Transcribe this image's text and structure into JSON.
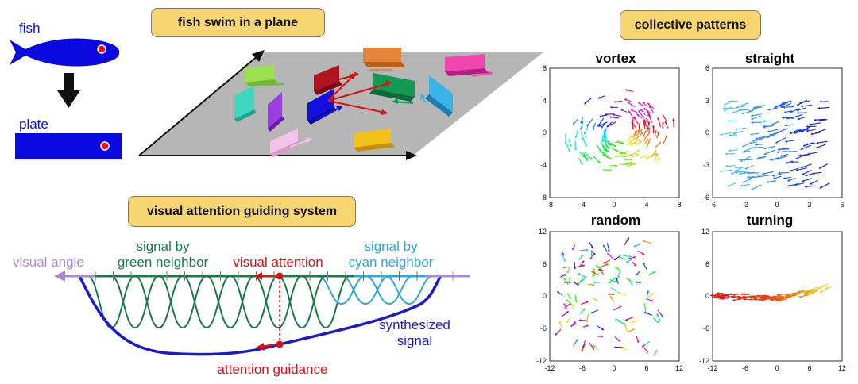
{
  "top_left": {
    "fish_label": "fish",
    "plate_label": "plate"
  },
  "plane": {
    "title": "fish swim in a plane"
  },
  "attention": {
    "title": "visual attention guiding system",
    "visual_angle": "visual angle",
    "signal_green_line1": "signal by",
    "signal_green_line2": "green neighbor",
    "visual_attention": "visual attention",
    "signal_cyan_line1": "signal by",
    "signal_cyan_line2": "cyan neighbor",
    "synth_line1": "synthesized",
    "synth_line2": "signal",
    "attention_guidance": "attention guidance"
  },
  "patterns": {
    "title": "collective patterns",
    "vortex": {
      "title": "vortex",
      "xticks": [
        "-8",
        "-4",
        "0",
        "4",
        "8"
      ],
      "yticks": [
        "8",
        "4",
        "0",
        "-4",
        "-8"
      ]
    },
    "straight": {
      "title": "straight",
      "xticks": [
        "-6",
        "-3",
        "0",
        "3",
        "6"
      ],
      "yticks": [
        "6",
        "3",
        "0",
        "-3",
        "-6"
      ]
    },
    "random": {
      "title": "random",
      "xticks": [
        "-12",
        "-6",
        "0",
        "6",
        "12"
      ],
      "yticks": [
        "12",
        "6",
        "0",
        "-6",
        "-12"
      ]
    },
    "turning": {
      "title": "turning",
      "xticks": [
        "-12",
        "-6",
        "0",
        "6",
        "12"
      ],
      "yticks": [
        "12",
        "6",
        "0",
        "-6",
        "-12"
      ]
    }
  },
  "colors": {
    "fish_blue": "#0a0ae0",
    "label_bg": "#f7d570",
    "green": "#1a7a45",
    "cyan": "#2aa8d8",
    "red": "#dd1111",
    "synth_blue": "#1a1ac8",
    "axis_purple": "#a58ad6"
  }
}
